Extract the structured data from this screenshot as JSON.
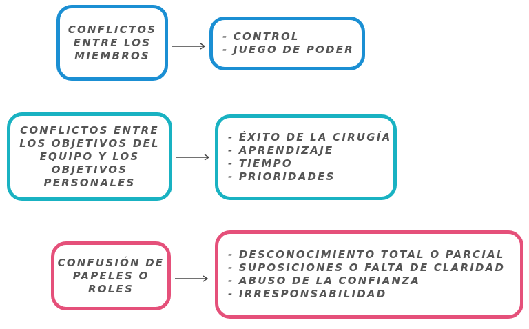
{
  "colors": {
    "blue": "#1b8fd3",
    "teal": "#19b2c2",
    "pink": "#e5507a",
    "text": "#555555",
    "arrow": "#444444"
  },
  "rows": [
    {
      "category": [
        "CONFLICTOS",
        "ENTRE LOS",
        "MIEMBROS"
      ],
      "items": [
        "- CONTROL",
        "- JUEGO DE PODER"
      ]
    },
    {
      "category": [
        "CONFLICTOS ENTRE",
        "LOS OBJETIVOS DEL",
        "EQUIPO Y LOS",
        "OBJETIVOS",
        "PERSONALES"
      ],
      "items": [
        "- ÉXITO DE LA CIRUGÍA",
        "- APRENDIZAJE",
        "- TIEMPO",
        "- PRIORIDADES"
      ]
    },
    {
      "category": [
        "CONFUSIÓN DE",
        "PAPELES O",
        "ROLES"
      ],
      "items": [
        "- DESCONOCIMIENTO TOTAL O PARCIAL",
        "- SUPOSICIONES O FALTA DE CLARIDAD",
        "- ABUSO DE LA CONFIANZA",
        "- IRRESPONSABILIDAD"
      ]
    }
  ]
}
